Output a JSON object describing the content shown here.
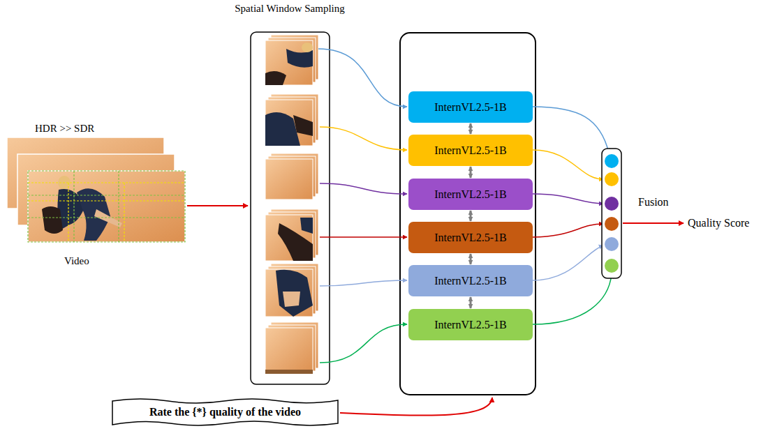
{
  "diagram": {
    "nodes": [
      {
        "text": [
          "InternVL2.5-1B"
        ]
      },
      {
        "text": [
          "InternVL2.5-1B"
        ]
      },
      {
        "text": [
          "InternVL2.5-1B"
        ]
      },
      {
        "text": [
          "InternVL2.5-1B"
        ]
      },
      {
        "text": [
          "InternVL2.5-1B"
        ]
      },
      {
        "text": [
          "InternVL2.5-1B"
        ]
      },
      {
        "text": [
          "Rate the {*} quality of the video"
        ]
      }
    ],
    "edges": [
      {
        "from": 0,
        "to": 1,
        "arrow": "both"
      },
      {
        "from": 1,
        "to": 2,
        "arrow": "both"
      },
      {
        "from": 2,
        "to": 3,
        "arrow": "both"
      },
      {
        "from": 3,
        "to": 4,
        "arrow": "both"
      },
      {
        "from": 4,
        "to": 5,
        "arrow": "both"
      }
    ],
    "labels": [
      "Spatial Window Sampling",
      "HDR >> SDR",
      "Video",
      "Fusion",
      "Quality Score"
    ]
  }
}
